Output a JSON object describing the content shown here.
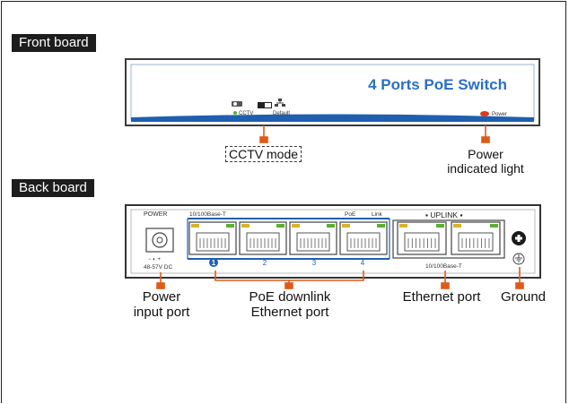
{
  "sections": {
    "front": "Front board",
    "back": "Back board"
  },
  "front_panel": {
    "title": "4 Ports PoE Switch",
    "cctv_label": "CCTV",
    "default_label": "Default",
    "power_label": "Power"
  },
  "back_panel": {
    "power_label": "POWER",
    "voltage_label": "48-57V DC",
    "speed_label": "10/100Base-T",
    "poe_label": "PoE",
    "link_label": "Link",
    "uplink_label": "UPLINK",
    "uplink_speed_label": "10/100Base-T",
    "port_numbers": [
      "1",
      "2",
      "3",
      "4"
    ]
  },
  "callouts": {
    "cctv_mode": "CCTV mode",
    "power_light": [
      "Power",
      "indicated light"
    ],
    "power_input": [
      "Power",
      "input port"
    ],
    "poe_downlink": [
      "PoE downlink",
      "Ethernet port"
    ],
    "ethernet_port": "Ethernet port",
    "ground": "Ground"
  },
  "colors": {
    "accent_blue": "#1f5fb0",
    "front_text_blue": "#2a6fc4",
    "led_green": "#5bb030",
    "led_yellow": "#d8b230",
    "callout_orange": "#e05a17",
    "power_led": "#e03a1a"
  }
}
